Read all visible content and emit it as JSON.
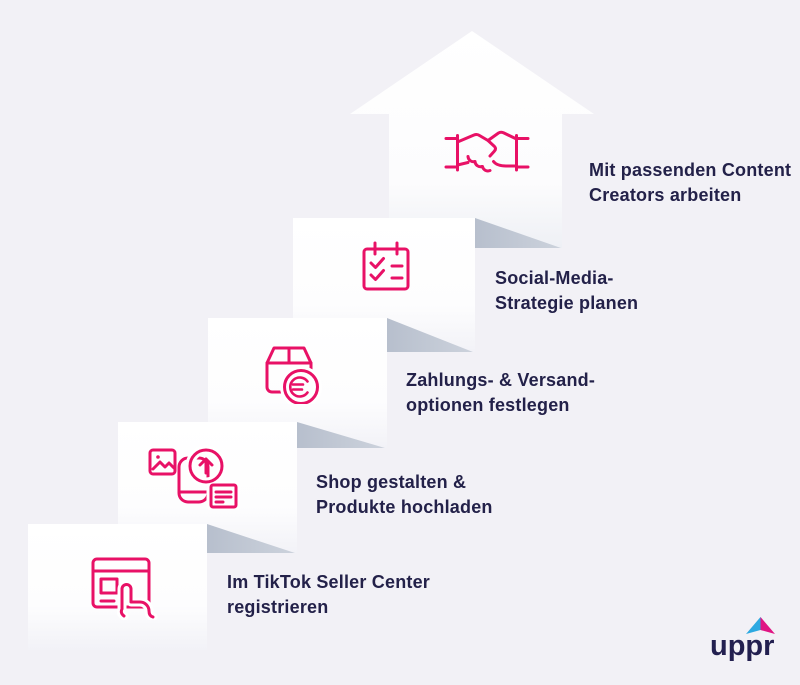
{
  "colors": {
    "background": "#f2f1f6",
    "accent_pink": "#e81166",
    "text_dark": "#232149",
    "step_white": "#ffffff",
    "shadow_gray": "#bdc4d1",
    "logo_blue": "#2da9e1",
    "logo_pink": "#e01483",
    "logo_text_color": "#232050"
  },
  "steps": [
    {
      "icon": "browser-register-icon",
      "lines": [
        "Im TikTok Seller Center",
        "registrieren"
      ]
    },
    {
      "icon": "shop-upload-icon",
      "lines": [
        "Shop gestalten &",
        "Produkte hochladen"
      ]
    },
    {
      "icon": "package-euro-icon",
      "lines": [
        "Zahlungs- & Versand-",
        "optionen festlegen"
      ]
    },
    {
      "icon": "checklist-calendar-icon",
      "lines": [
        "Social-Media-",
        "Strategie planen"
      ]
    },
    {
      "icon": "handshake-icon",
      "lines": [
        "Mit passenden Content",
        "Creators arbeiten"
      ]
    }
  ],
  "logo": {
    "text": "uppr"
  }
}
